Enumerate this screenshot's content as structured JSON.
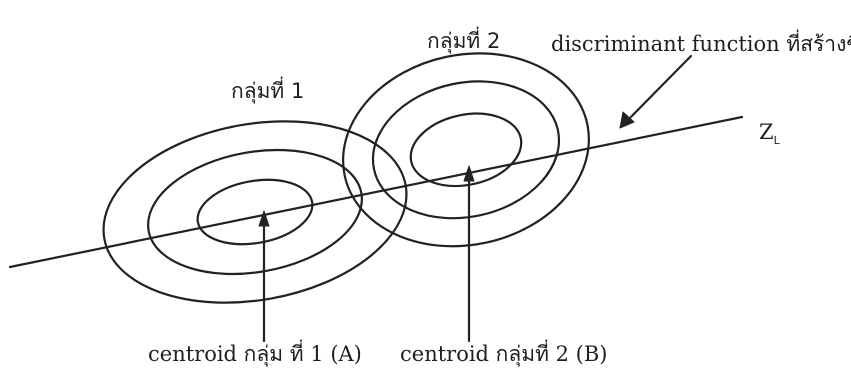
{
  "labels": {
    "group1": "กลุ่มที่ 1",
    "group2": "กลุ่มที่ 2",
    "discriminant_label": "discriminant function ที่สร้างขึ้น",
    "zl_main": "Z",
    "zl_sub": "L",
    "centroid_a": "centroid กลุ่ม ที่ 1 (A)",
    "centroid_b": "centroid กลุ่มที่ 2 (B)"
  },
  "colors": {
    "stroke": "#222222",
    "text": "#1f1f1f",
    "background": "#ffffff"
  }
}
